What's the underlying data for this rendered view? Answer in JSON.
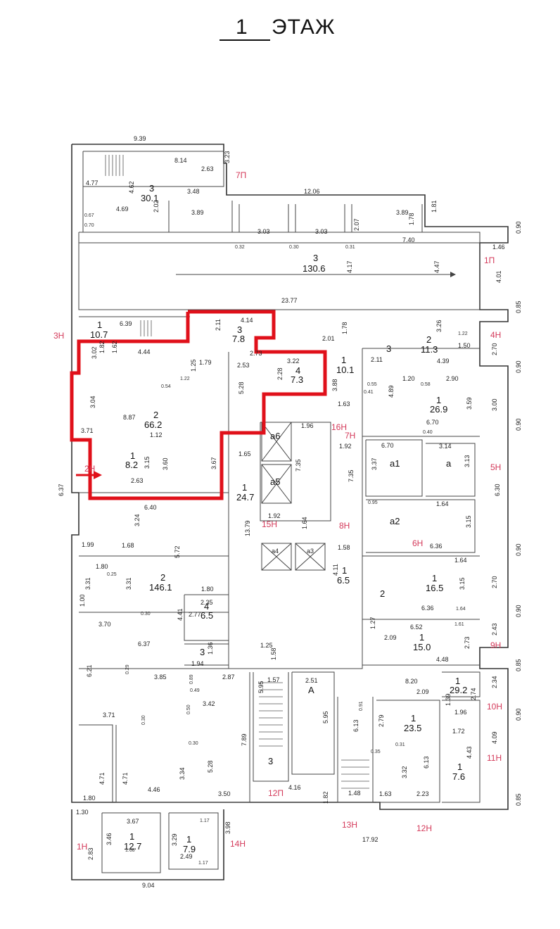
{
  "title": {
    "number": "1",
    "word": "ЭТАЖ"
  },
  "colors": {
    "highlight": "#e0101a",
    "label": "#d43a5a",
    "line": "#333333"
  },
  "entrance_marker": "red-arrow-icon",
  "labels": {
    "p7": "7П",
    "p1": "1П",
    "h3": "3Н",
    "h4": "4Н",
    "h2": "2Н",
    "h5": "5Н",
    "h16": "16Н",
    "h7": "7Н",
    "h15": "15Н",
    "h8": "8Н",
    "h6": "6Н",
    "h9": "9Н",
    "h10": "10Н",
    "h11": "11Н",
    "h1": "1Н",
    "h14": "14Н",
    "h13": "13Н",
    "h12": "12Н",
    "p12": "12П"
  },
  "rooms": {
    "r1_no": "3",
    "r1_area": "30.1",
    "r2_no": "3",
    "r2_area": "130.6",
    "r3_no": "1",
    "r3_area": "10.7",
    "r4_no": "3",
    "r4_area": "7.8",
    "r5_no": "4",
    "r5_area": "7.3",
    "r6_no": "1",
    "r6_area": "10.1",
    "r7_no": "2",
    "r7_area": "66.2",
    "r8_no": "1",
    "r8_area": "8.2",
    "r9_no": "1",
    "r9_area": "24.7",
    "r10_no": "2",
    "r10_area": "11.3",
    "r11_no": "1",
    "r11_area": "26.9",
    "r12_no": "2",
    "r12_area": "146.1",
    "r13_no": "4",
    "r13_area": "6.5",
    "r14_no": "1",
    "r14_area": "6.5",
    "r15_no": "1",
    "r15_area": "16.5",
    "r16_no": "1",
    "r16_area": "15.0",
    "r17_no": "1",
    "r17_area": "29.2",
    "r18_no": "1",
    "r18_area": "23.5",
    "r19_no": "1",
    "r19_area": "7.6",
    "r20_no": "1",
    "r20_area": "12.7",
    "r21_no": "1",
    "r21_area": "7.9",
    "r22_no": "3",
    "r23_no": "2",
    "r24_no": "3",
    "r25_no": "3"
  },
  "letters": {
    "a1": "a1",
    "a": "a",
    "a2": "a2",
    "a6": "a6",
    "a5": "a5",
    "a4": "a4",
    "a3": "a3",
    "A": "A"
  },
  "dims": {
    "d1": "9.39",
    "d2": "8.14",
    "d3": "3.23",
    "d4": "2.63",
    "d5": "4.77",
    "d6": "4.62",
    "d7": "3.48",
    "d8": "4.69",
    "d9": "2.02",
    "d10": "12.06",
    "d11": "3.89",
    "d12": "3.89",
    "d13": "1.81",
    "d14": "3.03",
    "d15": "3.03",
    "d16": "2.07",
    "d17": "1.78",
    "d18": "0.90",
    "d19": "7.40",
    "d20": "1.46",
    "d21": "4.17",
    "d22": "4.47",
    "d23": "4.01",
    "d24": "23.77",
    "d25": "0.85",
    "d26": "6.39",
    "d27": "4.14",
    "d28": "2.11",
    "d29": "1.78",
    "d30": "3.26",
    "d31": "2.70",
    "d32": "1.82",
    "d33": "1.62",
    "d34": "4.44",
    "d35": "3.02",
    "d36": "2.73",
    "d37": "2.01",
    "d38": "2.11",
    "d39": "1.50",
    "d40": "4.39",
    "d41": "0.90",
    "d42": "1.25",
    "d43": "1.79",
    "d44": "2.53",
    "d45": "3.22",
    "d46": "2.28",
    "d47": "3.88",
    "d48": "1.20",
    "d49": "2.90",
    "d50": "3.04",
    "d51": "8.87",
    "d52": "5.28",
    "d53": "4.89",
    "d54": "3.59",
    "d55": "3.00",
    "d56": "3.71",
    "d57": "1.96",
    "d58": "1.63",
    "d59": "6.70",
    "d60": "0.90",
    "d61": "1.12",
    "d62": "1.92",
    "d63": "6.70",
    "d64": "3.14",
    "d65": "3.15",
    "d66": "3.60",
    "d67": "3.67",
    "d68": "1.65",
    "d69": "7.35",
    "d70": "7.35",
    "d71": "3.37",
    "d72": "3.13",
    "d73": "6.37",
    "d74": "2.63",
    "d75": "6.30",
    "d76": "6.40",
    "d77": "3.24",
    "d78": "13.79",
    "d79": "1.92",
    "d80": "1.64",
    "d81": "1.64",
    "d82": "3.15",
    "d83": "1.99",
    "d84": "1.68",
    "d85": "5.72",
    "d86": "1.58",
    "d87": "6.36",
    "d88": "0.90",
    "d89": "1.80",
    "d90": "3.31",
    "d91": "3.31",
    "d92": "4.11",
    "d93": "1.64",
    "d94": "2.70",
    "d95": "1.00",
    "d96": "1.80",
    "d97": "2.35",
    "d98": "3.15",
    "d99": "6.36",
    "d100": "0.90",
    "d101": "3.70",
    "d102": "2.77",
    "d103": "4.41",
    "d104": "1.27",
    "d105": "6.52",
    "d106": "2.43",
    "d107": "6.37",
    "d108": "2.09",
    "d109": "2.73",
    "d110": "1.36",
    "d111": "1.25",
    "d112": "1.94",
    "d113": "1.58",
    "d114": "4.48",
    "d115": "6.21",
    "d116": "0.85",
    "d117": "3.85",
    "d118": "2.87",
    "d119": "5.95",
    "d120": "1.57",
    "d121": "2.51",
    "d122": "8.20",
    "d123": "2.34",
    "d124": "2.09",
    "d125": "2.74",
    "d126": "1.96",
    "d127": "3.71",
    "d128": "3.42",
    "d129": "5.95",
    "d130": "6.13",
    "d131": "2.79",
    "d132": "1.39",
    "d133": "0.90",
    "d134": "1.72",
    "d135": "4.09",
    "d136": "7.89",
    "d137": "6.13",
    "d138": "4.43",
    "d139": "4.71",
    "d140": "4.71",
    "d141": "3.34",
    "d142": "5.28",
    "d143": "3.32",
    "d144": "1.80",
    "d145": "4.46",
    "d146": "3.50",
    "d147": "4.16",
    "d148": "1.82",
    "d149": "1.48",
    "d150": "1.63",
    "d151": "2.23",
    "d152": "0.85",
    "d153": "1.30",
    "d154": "3.67",
    "d155": "3.98",
    "d156": "3.29",
    "d157": "3.46",
    "d158": "2.83",
    "d159": "2.49",
    "d160": "17.92",
    "d161": "9.04",
    "d162": "1.17",
    "d163": "1.17",
    "d164": "0.95",
    "d165": "0.40",
    "d166": "0.67",
    "d167": "0.70",
    "d168": "0.32",
    "d169": "0.30",
    "d170": "0.31",
    "d171": "0.54",
    "d172": "1.22",
    "d173": "0.58",
    "d174": "0.41",
    "d175": "0.55",
    "d176": "1.64",
    "d177": "0.30",
    "d178": "0.25",
    "d179": "0.29",
    "d180": "0.89",
    "d181": "0.49",
    "d182": "0.50",
    "d183": "0.30",
    "d184": "0.30",
    "d185": "0.31",
    "d186": "0.35",
    "d187": "0.91",
    "d188": "1.68",
    "d189": "1.61",
    "d190": "1.22"
  }
}
